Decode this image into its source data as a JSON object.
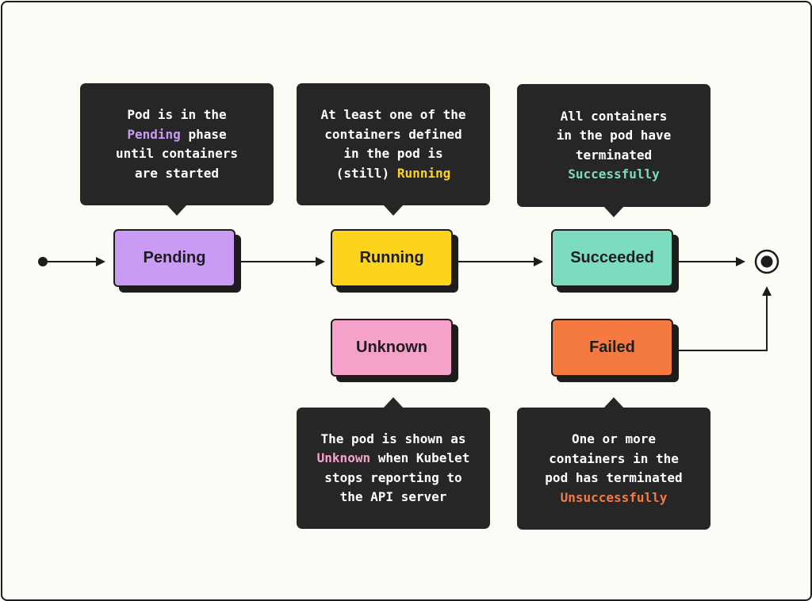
{
  "colors": {
    "pending": "#c99bf5",
    "running": "#fdd41c",
    "succeeded": "#7cdcc0",
    "unknown": "#f6a1c8",
    "failed": "#f47a42",
    "ink": "#1d1d1d",
    "callout_bg": "#262626",
    "background": "#fdfbf6"
  },
  "states": {
    "pending": "Pending",
    "running": "Running",
    "succeeded": "Succeeded",
    "unknown": "Unknown",
    "failed": "Failed"
  },
  "callouts": {
    "pending": {
      "line1": "Pod is in the",
      "line2_highlight": "Pending",
      "line2_rest": " phase",
      "line3": "until containers",
      "line4": "are started"
    },
    "running": {
      "line1": "At least one of the",
      "line2": "containers defined",
      "line3": "in the pod is",
      "line4_pre": "(still) ",
      "line4_highlight": "Running"
    },
    "succeeded": {
      "line1": "All containers",
      "line2": "in the pod have",
      "line3": "terminated",
      "line4_highlight": "Successfully"
    },
    "unknown": {
      "line1": "The pod is shown as",
      "line2_highlight": "Unknown",
      "line2_rest": " when Kubelet",
      "line3": "stops reporting to",
      "line4": "the API server"
    },
    "failed": {
      "line1": "One or more",
      "line2": "containers in the",
      "line3": "pod has terminated",
      "line4_highlight": "Unsuccessfully"
    }
  },
  "icons": {
    "start": "initial-state-dot",
    "end": "final-state-bullseye"
  }
}
